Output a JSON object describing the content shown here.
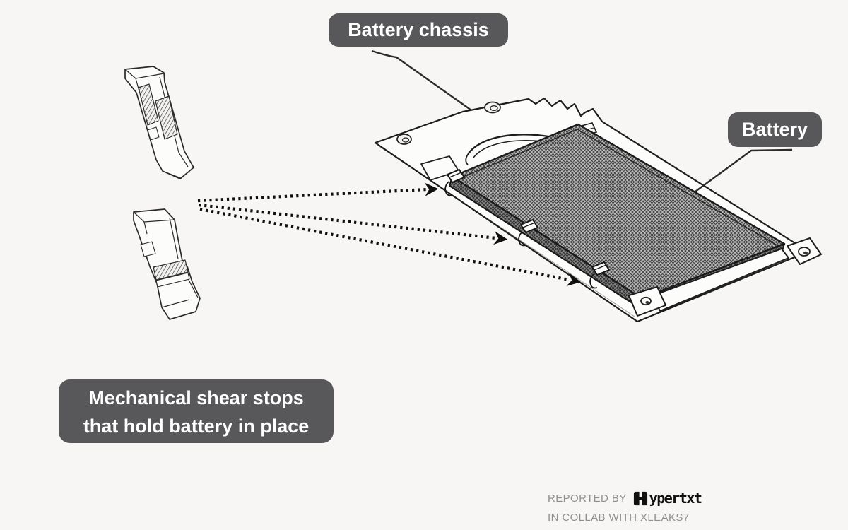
{
  "colors": {
    "background": "#f7f6f4",
    "label_bg": "#58585a",
    "label_text": "#ffffff",
    "line": "#1d1d1d",
    "battery_fill_light": "#bdbdbd",
    "battery_hatch": "#474747",
    "muted_text": "#8f8f8f",
    "brand_text": "#111111"
  },
  "callouts": {
    "chassis": "Battery chassis",
    "battery": "Battery",
    "shear_line1": "Mechanical shear stops",
    "shear_line2": "that hold battery in place"
  },
  "footer": {
    "reported_by": "REPORTED BY",
    "brand": "Hypertxt",
    "brand_rest": "ypertxt",
    "collab": "IN COLLAB WITH XLEAKS7"
  },
  "diagram": {
    "type": "patent-line-drawing",
    "figures": [
      "shear-stop-part-top",
      "shear-stop-part-bottom",
      "battery-chassis-assembly"
    ],
    "callout_arrow_count": 3
  }
}
